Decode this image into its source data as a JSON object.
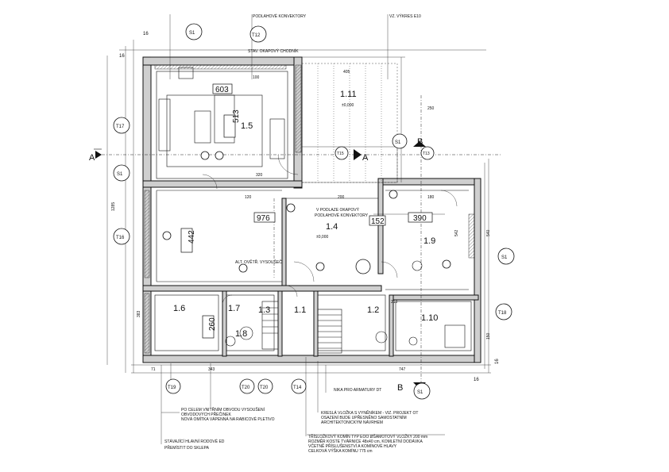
{
  "notes": {
    "top_convector": "PODLAHOVÉ KONVEKTORY",
    "top_outlet": "VZ. VÝKRES E10",
    "gutter": "STAV. OKAPOVÝ CHODNÍK",
    "floor_convector_line1": "V PODLAZE OKAPOVÝ",
    "floor_convector_line2": "PODLAHOVÉ KONVEKTORY",
    "ventilation": "ALT. OVĚTŘ. VYSOUŠEČ",
    "niche": "NIKA PRO ARMATURY DT",
    "slab_1": "PO CELEM VNITŘNÍM OBVODU VYSOUŠENÍ",
    "slab_2": "OBVODOVÝCH PŘEČINEK",
    "slab_3": "NOVÁ OMÍTKA VÁPENNÁ NA RABICOVÉ PLETIVO",
    "stair_1": "STÁVAJÍCÍ HLAVNÍ RODOVÉ ED",
    "stair_2": "PŘEMÍSTIT DO SKLEPA",
    "roof_1": "KRESLÁ VLOŽKA S VYNĚNÍKEM - VIZ. PROJEKT OT",
    "roof_2": "OSAZENÍ BUDE UPŘESNĚNO SAMOSTATNÍM",
    "roof_3": "ARCHITEKTONICKÝM NÁVRHEM",
    "chimney_1": "TŘÍSLOŽKOVÝ KOMÍN TYP EOO  ØŠAMOTOVÝ VLOŽKY 200 mm",
    "chimney_2": "ROZMĚR KOSTE TVÁRNICE 48x40 cm, KOMLETNÍ DODÁVKA",
    "chimney_3": "VČETNĚ PŘÍSLUŠENSTVÍ A KOMÍNOVÉ HLAVY",
    "chimney_4": "CELKOVÁ VÝŠKA KOMÍNU 775 cm"
  },
  "rooms": {
    "r15": {
      "label": "1.5",
      "area": "513",
      "box": "603"
    },
    "r111": {
      "label": "1.11",
      "area": "±0,000"
    },
    "r14": {
      "label": "1.4",
      "area": "976",
      "level": "±0,000"
    },
    "r19": {
      "label": "1.9",
      "area": "390"
    },
    "r16": {
      "label": "1.6",
      "area": "260"
    },
    "r17": {
      "label": "1.7"
    },
    "r18": {
      "label": "1.8"
    },
    "r13": {
      "label": "1.3"
    },
    "r11": {
      "label": "1.1"
    },
    "r12": {
      "label": "1.2"
    },
    "r110": {
      "label": "1.10"
    },
    "r442": {
      "area": "442"
    },
    "r152": {
      "area": "152"
    }
  },
  "markers": {
    "S1_top": "S1",
    "T12": "T12",
    "S1_b": "S1",
    "T17": "T17",
    "S1_left": "S1",
    "T16": "T16",
    "S1_right": "S1",
    "T18": "T18",
    "T19": "T19",
    "T20a": "T20",
    "T20b": "T20",
    "T14": "T14",
    "S1_bottom": "S1",
    "T15": "T15",
    "T13": "T13"
  },
  "sections": {
    "A_left": "A",
    "A_mid": "A",
    "B_top": "B",
    "B_bottom": "B"
  },
  "dims": {
    "d16a": "16",
    "d16b": "16",
    "d16c": "16",
    "d16d": "16",
    "d405": "405",
    "d1285": "1285",
    "d250": "250",
    "d100": "100",
    "d120": "120",
    "d200": "200",
    "d180": "180",
    "d542": "542",
    "d540": "540",
    "d383": "383",
    "d150": "150",
    "d71": "71",
    "d343": "343",
    "d747": "747",
    "d320": "320",
    "d210": "210"
  }
}
